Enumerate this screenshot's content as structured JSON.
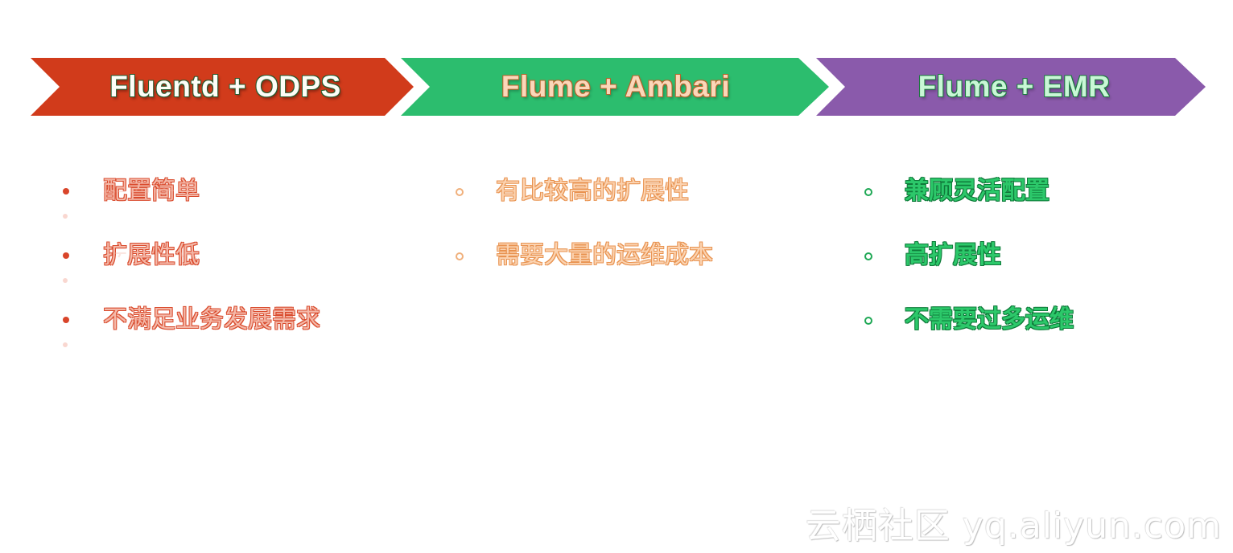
{
  "stages": [
    {
      "label": "Fluentd + ODPS",
      "color": "#d13b1b"
    },
    {
      "label": "Flume + Ambari",
      "color": "#2cbd6e"
    },
    {
      "label": "Flume + EMR",
      "color": "#8a5aab"
    }
  ],
  "columns": [
    {
      "items": [
        "配置简单",
        "扩展性低",
        "不满足业务发展需求"
      ]
    },
    {
      "items": [
        "有比较高的扩展性",
        "需要大量的运维成本"
      ]
    },
    {
      "items": [
        "兼顾灵活配置",
        "高扩展性",
        "不需要过多运维"
      ]
    }
  ],
  "watermark": "云栖社区 yq.aliyun.com"
}
